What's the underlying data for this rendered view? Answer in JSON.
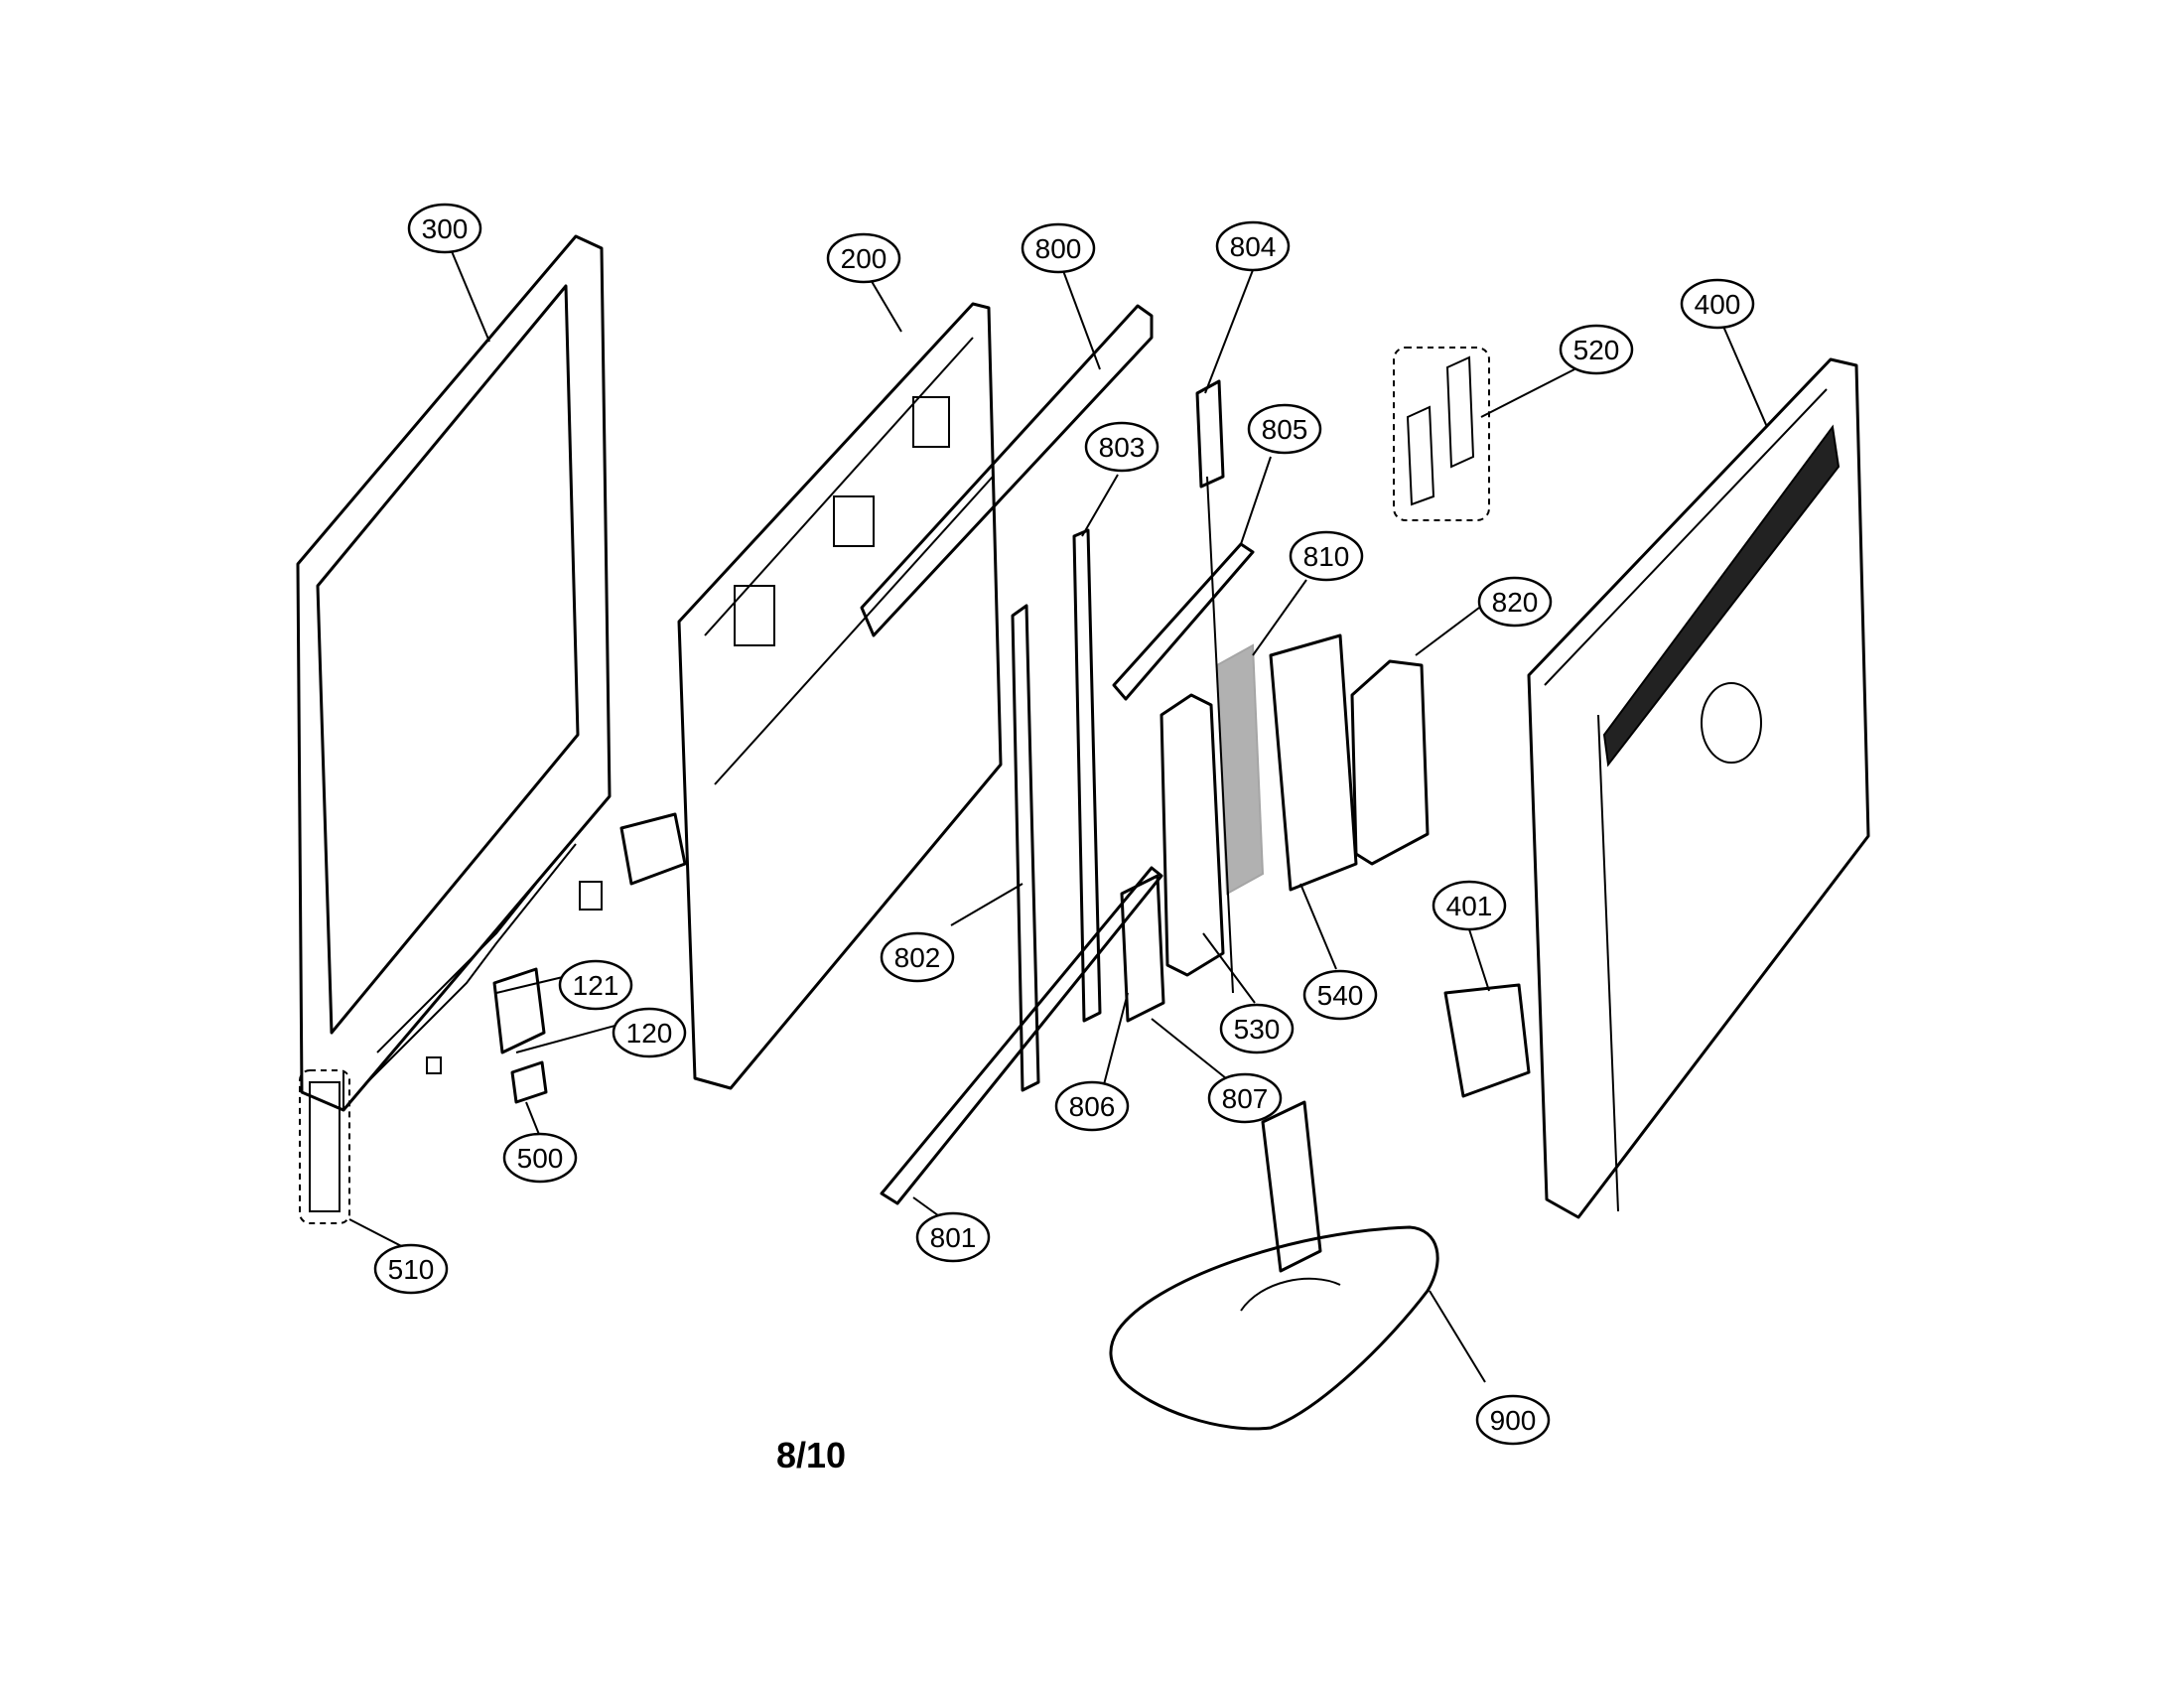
{
  "page": {
    "label": "8/10"
  },
  "callouts": [
    {
      "id": "300"
    },
    {
      "id": "200"
    },
    {
      "id": "800"
    },
    {
      "id": "804"
    },
    {
      "id": "520"
    },
    {
      "id": "400"
    },
    {
      "id": "803"
    },
    {
      "id": "805"
    },
    {
      "id": "810"
    },
    {
      "id": "820"
    },
    {
      "id": "401"
    },
    {
      "id": "802"
    },
    {
      "id": "530"
    },
    {
      "id": "540"
    },
    {
      "id": "121"
    },
    {
      "id": "120"
    },
    {
      "id": "806"
    },
    {
      "id": "807"
    },
    {
      "id": "500"
    },
    {
      "id": "801"
    },
    {
      "id": "510"
    },
    {
      "id": "900"
    }
  ]
}
